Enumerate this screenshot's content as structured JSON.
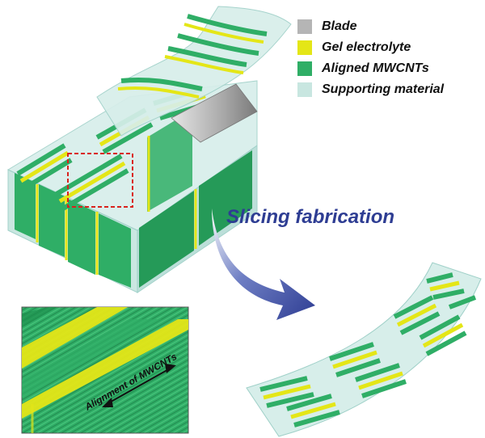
{
  "legend": {
    "items": [
      {
        "label": "Blade",
        "color": "#b5b5b5"
      },
      {
        "label": "Gel electrolyte",
        "color": "#e4e617"
      },
      {
        "label": "Aligned MWCNTs",
        "color": "#2fae66"
      },
      {
        "label": "Supporting material",
        "color": "#c8e6e0"
      }
    ]
  },
  "process": {
    "label": "Slicing fabrication"
  },
  "inset": {
    "annotation": "Alignment of MWCNTs"
  },
  "colors": {
    "cnt": "#2fae66",
    "cnt_dark": "#1d8e4d",
    "gel": "#e4e617",
    "support": "#c8e6e0",
    "support_edge": "#9fd0c8",
    "blade": "#b5b5b5",
    "arrow": "#2e3d93",
    "highlight_box": "#d9221c"
  }
}
